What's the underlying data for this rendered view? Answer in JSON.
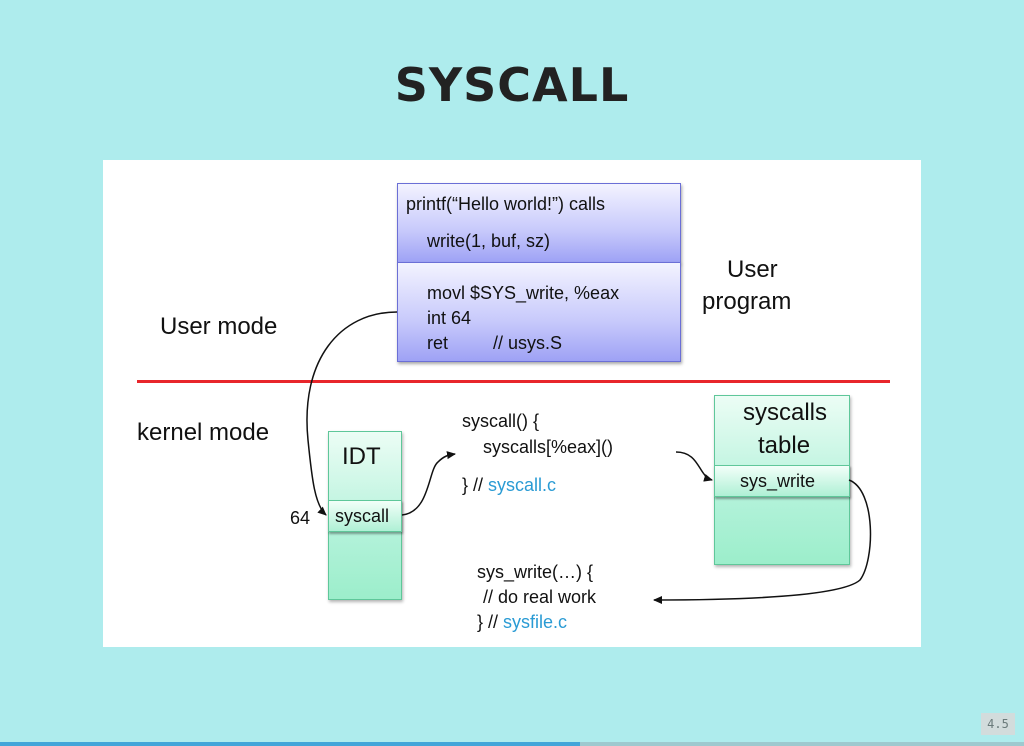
{
  "title": "SYSCALL",
  "diagram": {
    "user_mode_label": "User mode",
    "kernel_mode_label": "kernel mode",
    "user_program_label_line1": "User",
    "user_program_label_line2": "program",
    "user_box": {
      "line1": "printf(“Hello world!”) calls",
      "line2": "write(1, buf, sz)",
      "code1": "movl $SYS_write, %eax",
      "code2": "int 64",
      "code3": "ret         // usys.S"
    },
    "idt": {
      "title": "IDT",
      "entry": "syscall",
      "index": "64"
    },
    "syscall_code": {
      "line1": "syscall() {",
      "line2": "syscalls[%eax]()",
      "line3_prefix": "} // ",
      "line3_file": "syscall.c"
    },
    "syscalls_table": {
      "title_line1": "syscalls",
      "title_line2": "table",
      "entry": "sys_write"
    },
    "sys_write_code": {
      "line1": "sys_write(…) {",
      "line2": "// do real work",
      "line3_prefix": "} // ",
      "line3_file": "sysfile.c"
    },
    "colors": {
      "divider": "#e8262b",
      "file_link": "#2a9bd4",
      "user_box": "#c7c9fb",
      "kernel_box": "#b3f2da"
    }
  },
  "footer": {
    "slide_number": "4.5",
    "progress": 0.566
  }
}
